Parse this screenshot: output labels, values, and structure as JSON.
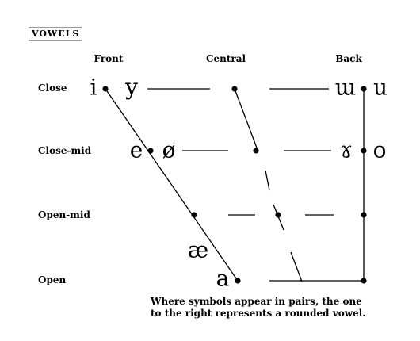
{
  "title": "VOWELS",
  "columns": {
    "front": "Front",
    "central": "Central",
    "back": "Back"
  },
  "rows": {
    "close": "Close",
    "close_mid": "Close-mid",
    "open_mid": "Open-mid",
    "open": "Open"
  },
  "symbols": {
    "i": "i",
    "y": "y",
    "u_unrounded": "ɯ",
    "u": "u",
    "e": "e",
    "o_slash": "ø",
    "gamma": "ɤ",
    "o": "o",
    "ae": "æ",
    "a": "a"
  },
  "note": {
    "line1": "Where symbols appear in pairs, the one",
    "line2": "to the right represents a rounded vowel."
  }
}
